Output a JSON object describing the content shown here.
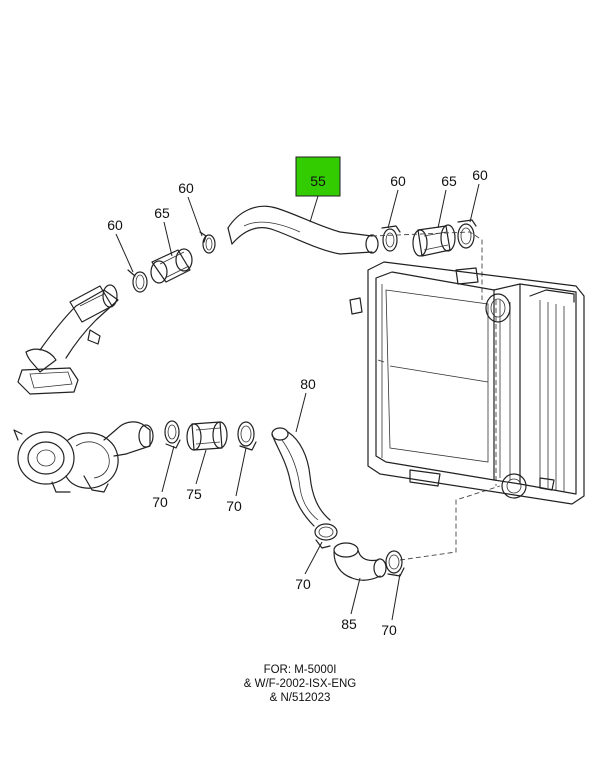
{
  "highlight_color": "#33cc00",
  "callouts": {
    "c55": "55",
    "c60_left": "60",
    "c60_mid": "60",
    "c65_left": "65",
    "c60_top_right_a": "60",
    "c65_right": "65",
    "c60_top_right_b": "60",
    "c80": "80",
    "c70_a": "70",
    "c75": "75",
    "c70_b": "70",
    "c70_c": "70",
    "c85": "85",
    "c70_d": "70"
  },
  "footer": {
    "line1": "FOR: M-5000I",
    "line2": "& W/F-2002-ISX-ENG",
    "line3": "& N/512023"
  }
}
